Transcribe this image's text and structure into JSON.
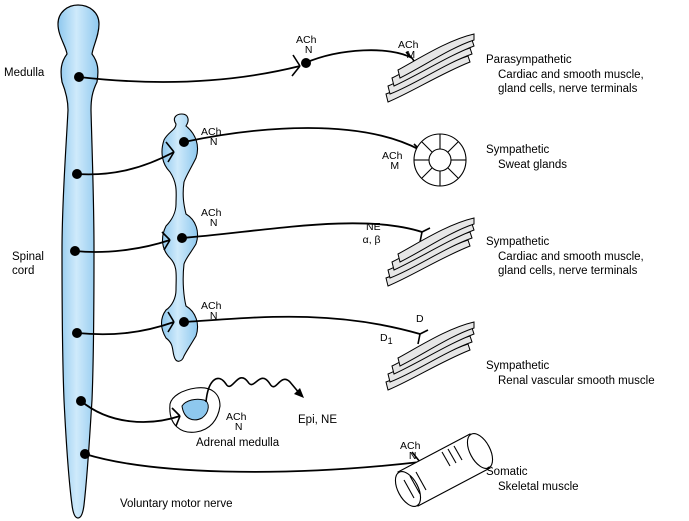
{
  "labels": {
    "medulla": "Medulla",
    "spinal_cord_line1": "Spinal",
    "spinal_cord_line2": "cord",
    "adrenal_medulla": "Adrenal medulla",
    "voluntary_motor_nerve": "Voluntary motor nerve",
    "epi_ne": "Epi, NE"
  },
  "receptors": {
    "ach": "ACh",
    "n": "N",
    "m": "M",
    "ne": "NE",
    "alpha_beta": "α, β",
    "d": "D",
    "d1": "D",
    "d1_sub": "1"
  },
  "pathways": [
    {
      "type": "Parasympathetic",
      "target_line1": "Cardiac and smooth muscle,",
      "target_line2": "gland cells, nerve terminals"
    },
    {
      "type": "Sympathetic",
      "target_line1": "Sweat glands",
      "target_line2": ""
    },
    {
      "type": "Sympathetic",
      "target_line1": "Cardiac and smooth muscle,",
      "target_line2": "gland cells, nerve terminals"
    },
    {
      "type": "Sympathetic",
      "target_line1": "Renal vascular smooth muscle",
      "target_line2": ""
    },
    {
      "type": "Somatic",
      "target_line1": "Skeletal muscle",
      "target_line2": ""
    }
  ],
  "colors": {
    "tissue_fill": "#bfe1f7",
    "outline": "#000000",
    "muscle_fill": "#e6e6e6"
  }
}
